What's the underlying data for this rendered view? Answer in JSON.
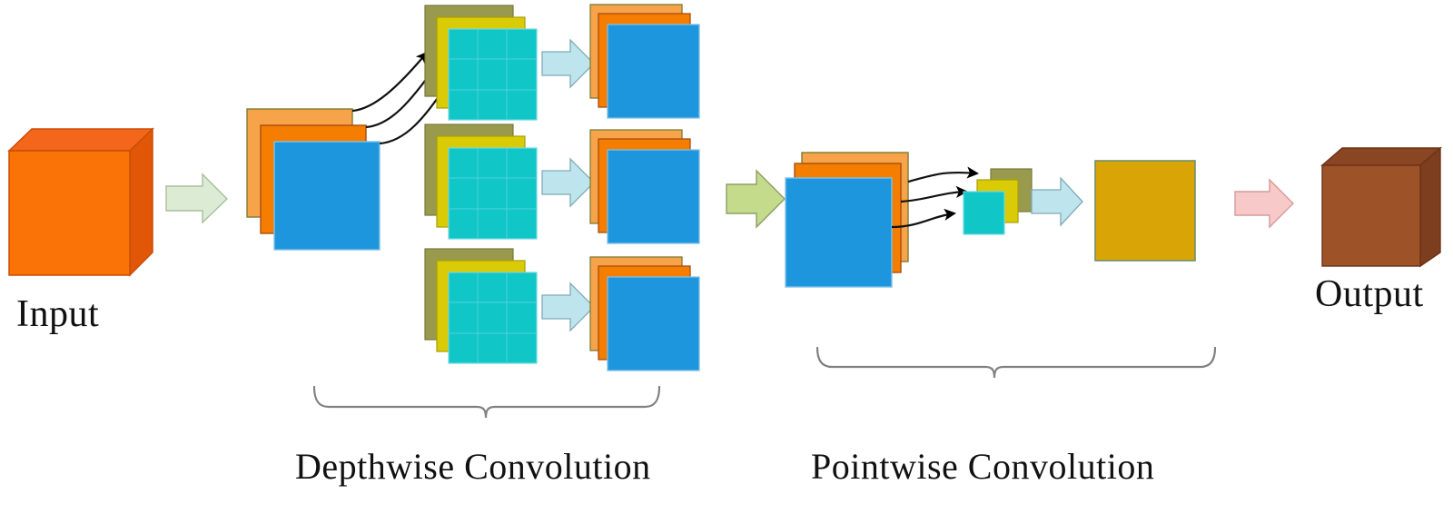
{
  "diagram": {
    "title_visible": false,
    "type": "depthwise-separable-convolution",
    "labels": {
      "input": "Input",
      "output": "Output",
      "depthwise": "Depthwise Convolution",
      "pointwise": "Pointwise Convolution"
    },
    "colors": {
      "input_box_face": "#F97306",
      "input_box_top": "#F4661B",
      "input_box_side": "#E25608",
      "output_box_face": "#9E5228",
      "output_box_top": "#8A4622",
      "output_box_side": "#7C3E1E",
      "feature_back": "#F7A34A",
      "feature_mid": "#F57D00",
      "feature_front": "#1E96DD",
      "kernel_back": "#9A9A4E",
      "kernel_mid": "#D9CC06",
      "kernel_front": "#10C6C6",
      "gold_square": "#D9A406",
      "arrow_pale_green": "#DCEBD4",
      "arrow_light_blue": "#BEE5EE",
      "arrow_yellow_green": "#C5DB8C",
      "arrow_pink": "#F7C9C9",
      "arrow_outline": "#9A9A7A",
      "curve_arrow": "#000000",
      "brace": "#808080"
    },
    "stages": [
      {
        "name": "input",
        "shape": "3d-box",
        "label": "Input"
      },
      {
        "name": "input-feature-stack",
        "shape": "stack",
        "layers": 3
      },
      {
        "name": "depthwise-kernels",
        "shape": "stack-grid",
        "rows": 3,
        "layers": 3,
        "grid": "3x3"
      },
      {
        "name": "depthwise-outputs",
        "shape": "stack",
        "rows": 3,
        "layers": 3
      },
      {
        "name": "pointwise-input-stack",
        "shape": "stack",
        "layers": 3
      },
      {
        "name": "pointwise-kernel",
        "shape": "stack",
        "layers": 3,
        "grid": "1x1"
      },
      {
        "name": "pointwise-output",
        "shape": "square"
      },
      {
        "name": "output",
        "shape": "3d-box",
        "label": "Output"
      }
    ],
    "arrows": [
      {
        "name": "input-to-features",
        "color": "#DCEBD4"
      },
      {
        "name": "kernel-to-output-row-1",
        "color": "#BEE5EE"
      },
      {
        "name": "kernel-to-output-row-2",
        "color": "#BEE5EE"
      },
      {
        "name": "kernel-to-output-row-3",
        "color": "#BEE5EE"
      },
      {
        "name": "depthwise-to-pointwise",
        "color": "#C5DB8C"
      },
      {
        "name": "pointwise-kernel-to-output",
        "color": "#BEE5EE"
      },
      {
        "name": "pointwise-to-output-box",
        "color": "#F7C9C9"
      }
    ],
    "curved_arrow_groups": [
      {
        "name": "depthwise-channel-split",
        "count": 3
      },
      {
        "name": "pointwise-channel-merge",
        "count": 3
      }
    ],
    "braces": [
      {
        "name": "depthwise-brace",
        "label": "Depthwise Convolution"
      },
      {
        "name": "pointwise-brace",
        "label": "Pointwise Convolution"
      }
    ]
  }
}
